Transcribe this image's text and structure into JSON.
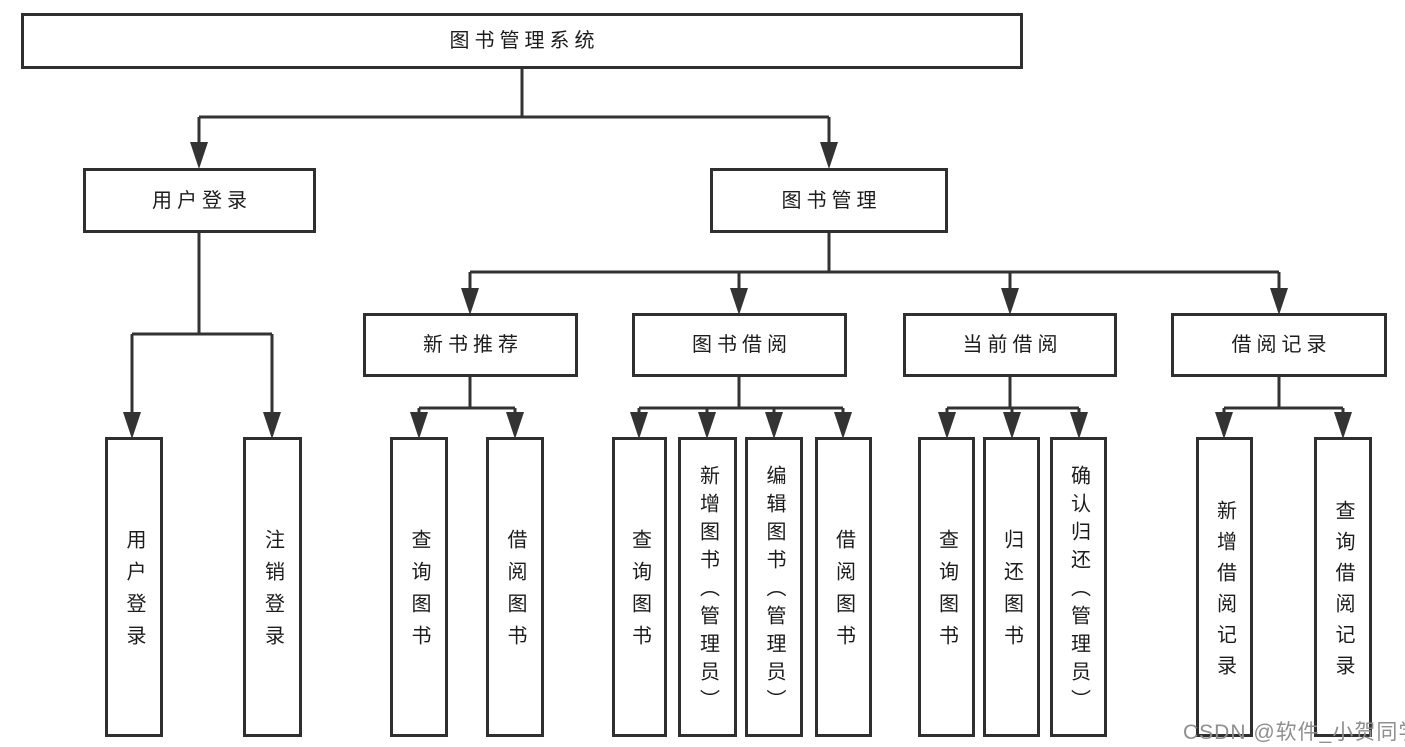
{
  "diagram_title": "图书管理系统",
  "watermark": "CSDN @软件_小贺同学",
  "colors": {
    "background": "#ffffff",
    "line": "#333333",
    "box_border": "#2f2f2f",
    "text": "#1c1c1c",
    "watermark": "#8f8f8f"
  },
  "tree": {
    "root": {
      "label": "图书管理系统",
      "children": [
        {
          "label": "用户登录",
          "children": [
            {
              "label": "用户登录"
            },
            {
              "label": "注销登录"
            }
          ]
        },
        {
          "label": "图书管理",
          "children": [
            {
              "label": "新书推荐",
              "children": [
                {
                  "label": "查询图书"
                },
                {
                  "label": "借阅图书"
                }
              ]
            },
            {
              "label": "图书借阅",
              "children": [
                {
                  "label": "查询图书"
                },
                {
                  "label": "新增图书（管理员）"
                },
                {
                  "label": "编辑图书（管理员）"
                },
                {
                  "label": "借阅图书"
                }
              ]
            },
            {
              "label": "当前借阅",
              "children": [
                {
                  "label": "查询图书"
                },
                {
                  "label": "归还图书"
                },
                {
                  "label": "确认归还（管理员）"
                }
              ]
            },
            {
              "label": "借阅记录",
              "children": [
                {
                  "label": "新增借阅记录"
                },
                {
                  "label": "查询借阅记录"
                }
              ]
            }
          ]
        }
      ]
    }
  }
}
